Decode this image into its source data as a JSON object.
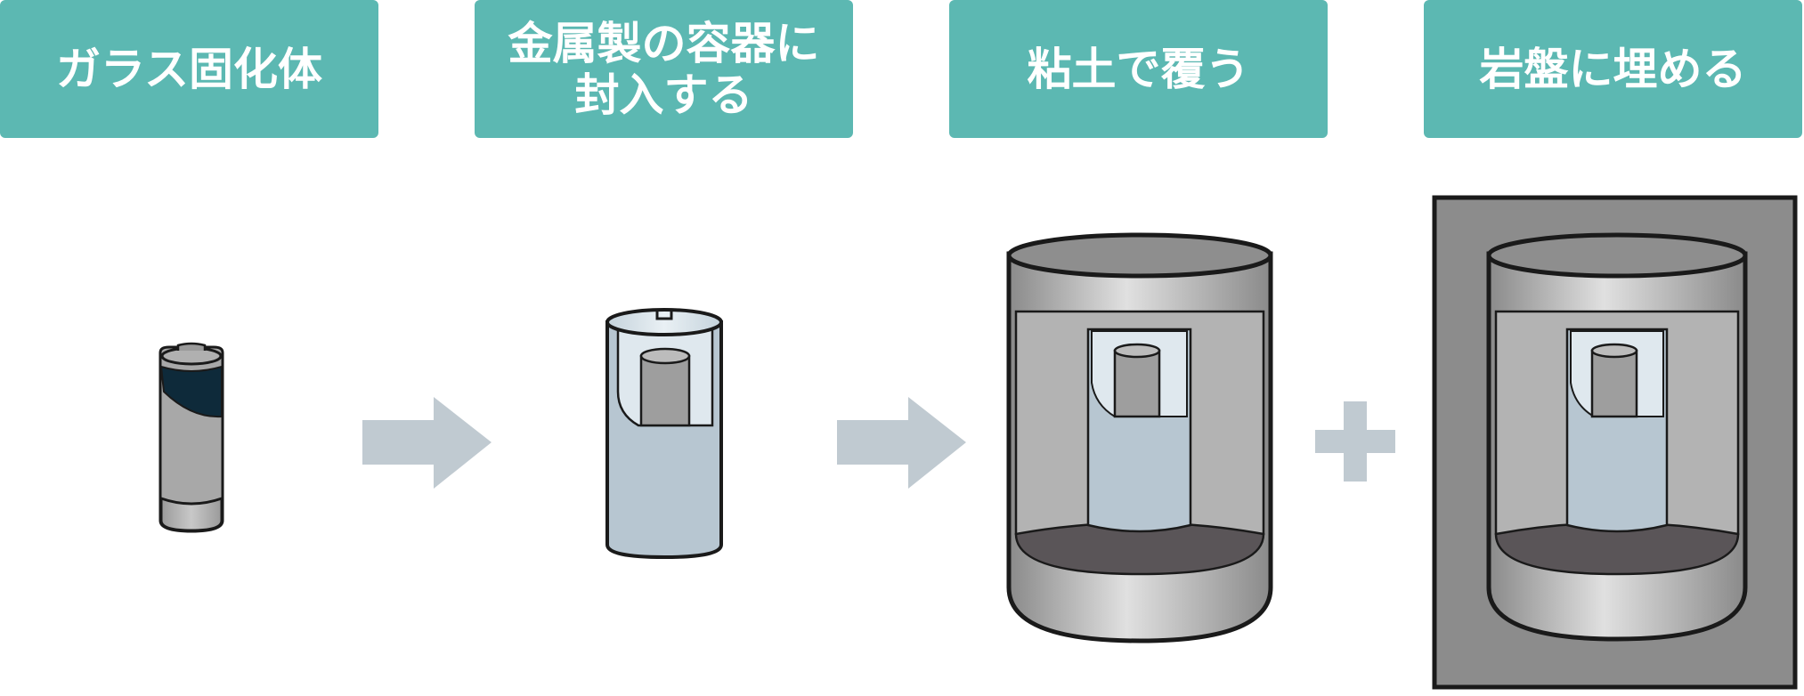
{
  "steps": [
    {
      "label": "ガラス固化体"
    },
    {
      "label": "金属製の容器に\n封入する"
    },
    {
      "label": "粘土で覆う"
    },
    {
      "label": "岩盤に埋める"
    }
  ],
  "connectors": [
    "arrow",
    "arrow",
    "plus"
  ],
  "colors": {
    "header": "#5cb8b2",
    "connector": "#c0cad1",
    "outline": "#1a1a1a",
    "glass_fill": "#0e2a3a",
    "canister": "#b7c6d1",
    "clay": "#a9a9a9",
    "rock": "#8c8c8c"
  },
  "icons": [
    "glass-vitrified-body-icon",
    "metal-canister-icon",
    "clay-buffer-icon",
    "rock-disposal-icon",
    "arrow-right-icon",
    "plus-icon"
  ]
}
